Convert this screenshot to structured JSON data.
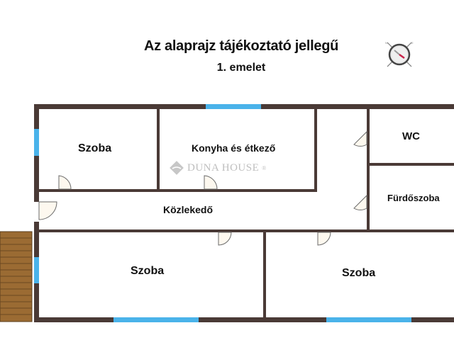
{
  "header": {
    "title": "Az alaprajz tájékoztató jellegű",
    "subtitle": "1. emelet"
  },
  "watermark": {
    "text": "DUNA HOUSE",
    "registered": "®"
  },
  "rooms": [
    {
      "id": "szoba-1",
      "label": "Szoba"
    },
    {
      "id": "konyha",
      "label": "Konyha és étkező"
    },
    {
      "id": "wc",
      "label": "WC"
    },
    {
      "id": "furdoszoba",
      "label": "Fürdőszoba"
    },
    {
      "id": "kozlekedo",
      "label": "Közlekedő"
    },
    {
      "id": "szoba-2",
      "label": "Szoba"
    },
    {
      "id": "szoba-3",
      "label": "Szoba"
    }
  ],
  "colors": {
    "wall": "#4a3a36",
    "window": "#4ab3ea",
    "door_fill": "#fdf8ef",
    "door_line": "#6a6a6a",
    "terrace": "#9b6b33",
    "terrace_line": "#6b4820",
    "compass_needle": "#c8234a"
  },
  "icons": {
    "compass": "compass-icon",
    "logo": "duna-house-logo-icon"
  }
}
